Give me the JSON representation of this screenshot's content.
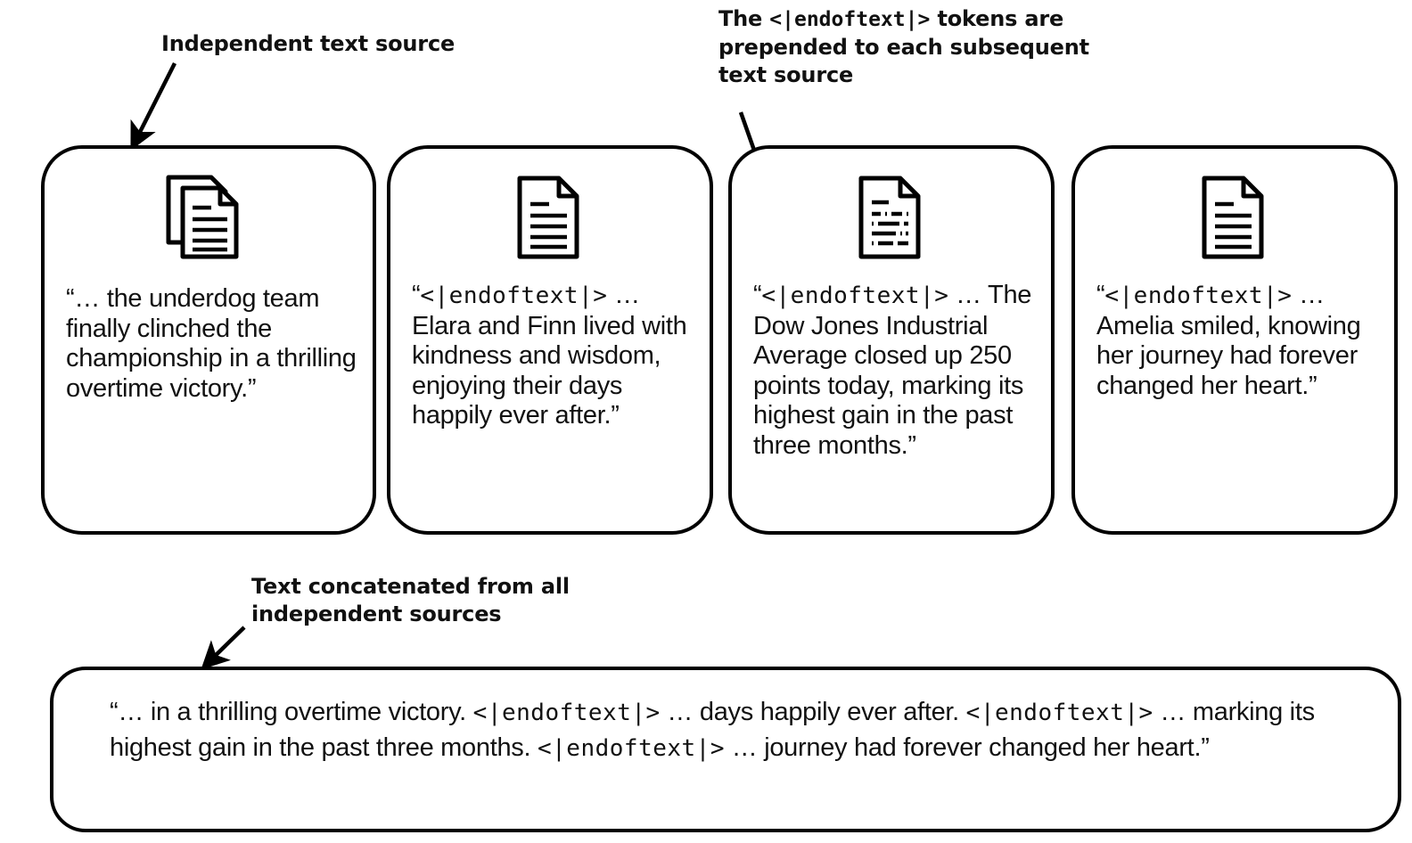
{
  "annotations": {
    "independent_source": "Independent text source",
    "endoftext_prefix": "The ",
    "endoftext_token": "<|endoftext|>",
    "endoftext_suffix": " tokens are prepended to each subsequent text source",
    "concatenated": "Text concatenated from all independent sources"
  },
  "token": "<|endoftext|>",
  "cards": [
    {
      "icon": "stacked-documents-icon",
      "prefix": "“… the underdog team finally clinched the championship in a thrilling overtime victory.”",
      "has_token": false,
      "body": ""
    },
    {
      "icon": "document-lines-icon",
      "prefix": "“",
      "has_token": true,
      "body": " … Elara and Finn lived with kindness and wisdom, enjoying their days happily ever after.”"
    },
    {
      "icon": "document-bullets-icon",
      "prefix": "“",
      "has_token": true,
      "body": " … The Dow Jones Industrial Average closed up 250 points today, marking its highest gain in the past three months.”"
    },
    {
      "icon": "document-lines-icon",
      "prefix": "“",
      "has_token": true,
      "body": " … Amelia smiled, knowing her journey had forever changed her heart.”"
    }
  ],
  "concatenated": {
    "segments": [
      "“… in a thrilling overtime victory. ",
      "<|endoftext|>",
      " … days happily ever after. ",
      "<|endoftext|>",
      " … marking its highest gain in the past three months. ",
      "<|endoftext|>",
      " … journey had forever changed her heart.”"
    ],
    "full_text": "“… in a thrilling overtime victory. <|endoftext|> … days happily ever after. <|endoftext|> … marking its highest gain in the past three months. <|endoftext|> … journey had forever changed her heart.”"
  },
  "colors": {
    "stroke": "#000000",
    "background": "#ffffff",
    "text": "#111111"
  }
}
